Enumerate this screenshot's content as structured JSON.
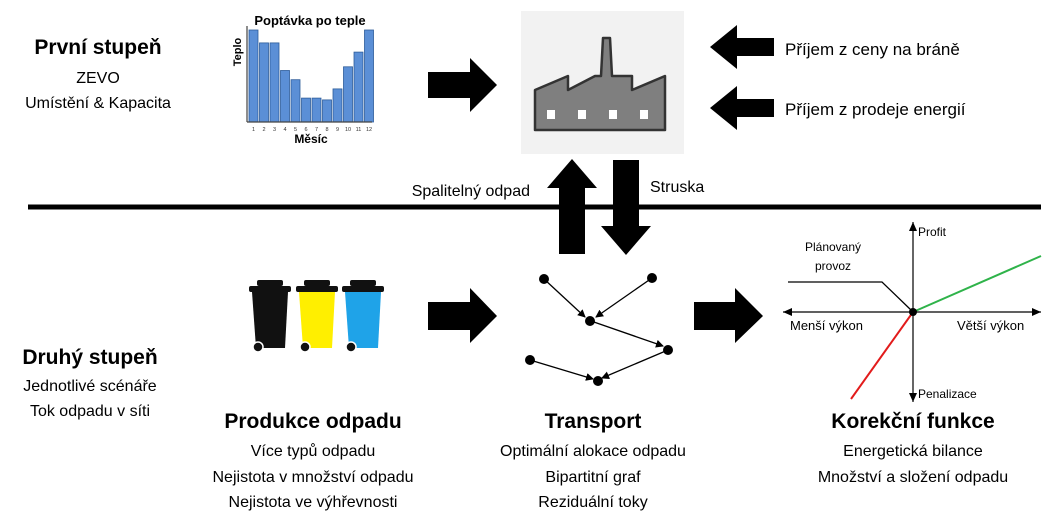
{
  "stage1": {
    "title": "První stupeň",
    "line1": "ZEVO",
    "line2": "Umístění & Kapacita"
  },
  "stage2": {
    "title": "Druhý stupeň",
    "line1": "Jednotlivé scénáře",
    "line2": "Tok odpadu v síti"
  },
  "chart_data": {
    "type": "bar",
    "title": "Poptávka po teple",
    "xlabel": "Měsíc",
    "ylabel": "Teplo",
    "categories": [
      "1",
      "2",
      "3",
      "4",
      "5",
      "6",
      "7",
      "8",
      "9",
      "10",
      "11",
      "12"
    ],
    "values": [
      100,
      86,
      86,
      56,
      46,
      26,
      26,
      24,
      36,
      60,
      76,
      100
    ],
    "ylim": [
      0,
      100
    ],
    "bar_color": "#5b8fd6"
  },
  "income": {
    "gate_fee": "Příjem z ceny na bráně",
    "energy": "Příjem z prodeje energií"
  },
  "flows": {
    "waste": "Spalitelný odpad",
    "slag": "Struska"
  },
  "production": {
    "title": "Produkce odpadu",
    "lines": [
      "Více typů odpadu",
      "Nejistota v množství odpadu",
      "Nejistota ve výhřevnosti"
    ],
    "bin_colors": [
      "#111111",
      "#ffef00",
      "#1fa3e8"
    ]
  },
  "transport": {
    "title": "Transport",
    "lines": [
      "Optimální alokace odpadu",
      "Bipartitní graf",
      "Reziduální toky"
    ]
  },
  "correction": {
    "title": "Korekční funkce",
    "lines": [
      "Energetická bilance",
      "Množství a složení odpadu"
    ],
    "profit": "Profit",
    "penalty": "Penalizace",
    "less": "Menší výkon",
    "more": "Větší výkon",
    "planned": "Plánovaný\nprovoz",
    "planned_l1": "Plánovaný",
    "planned_l2": "provoz",
    "up_color": "#2fb34a",
    "down_color": "#e21b1b"
  }
}
